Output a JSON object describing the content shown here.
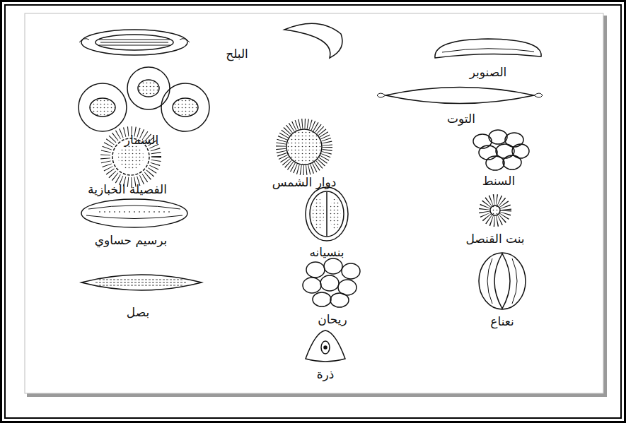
{
  "diagram": {
    "labels": [
      "البلح",
      "الصنوبر",
      "السمار",
      "التوت",
      "الفصيلة الخبازية",
      "دوار الشمس",
      "السنط",
      "برسيم حساوي",
      "بنسيانه",
      "بنت القنصل",
      "بصل",
      "ريحان",
      "نعناع",
      "ذرة"
    ]
  }
}
